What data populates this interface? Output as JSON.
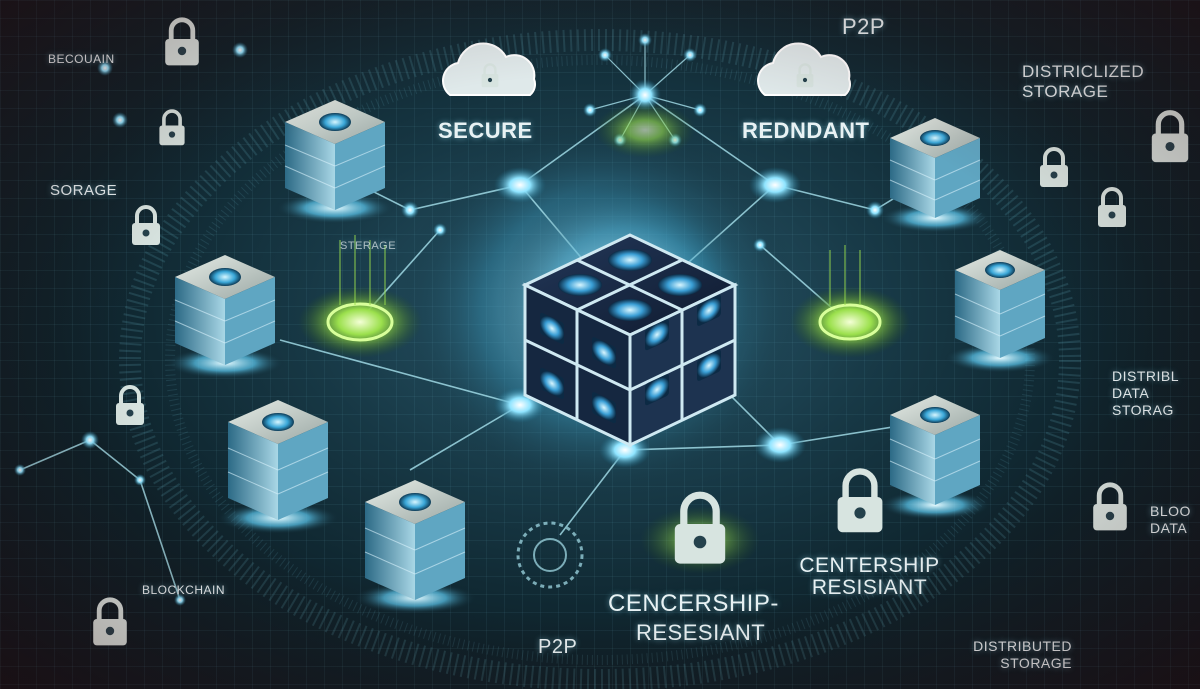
{
  "labels": {
    "secure": "SECURE",
    "redundant": "REDNDANT",
    "p2p_top": "P2P",
    "decentralized": "DISTRICLIZED STORAGE",
    "becouain": "BECOUAIN",
    "sorage": "SORAGE",
    "storage_mid": "STERAGE",
    "blockchain": "BLOCKCHAIN",
    "distributed_data": "DISTRIBL DATA STORAG",
    "bloa_data": "BLOO DATA",
    "censorship_right": "CENTERSHIP RESISIANT",
    "censorship_left_1": "CENCERSHIP-",
    "censorship_left_2": "RESESIANT",
    "p2p_bottom": "P2P",
    "distributed_storage_bottom": "DISTRIBUTED STORAGE"
  },
  "colors": {
    "node_glow": "#7fd8ff",
    "link": "#9fd8e6",
    "green_glow": "#8fdc4a",
    "server_body": "#bfc8c6"
  },
  "icons": [
    "cube-icon",
    "server-icon",
    "lock-icon",
    "cloud-lock-icon",
    "network-node-icon"
  ]
}
